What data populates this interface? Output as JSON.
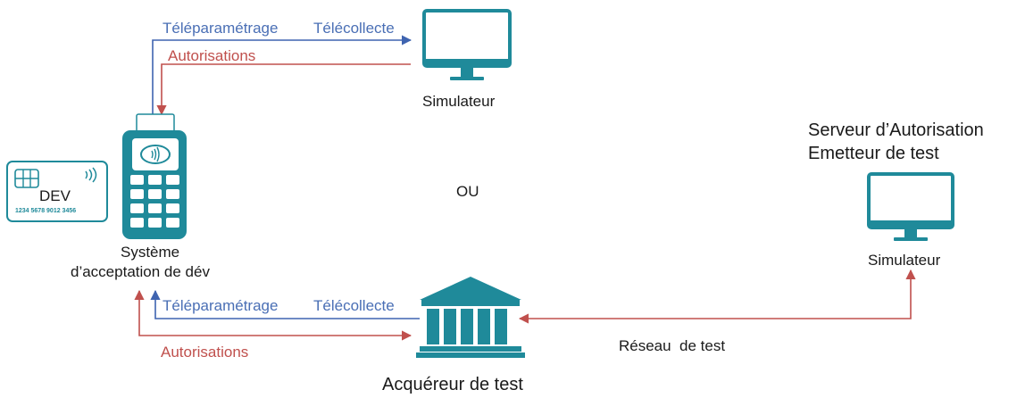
{
  "colors": {
    "blue_flow": "#3f64b0",
    "red_flow": "#c0504d",
    "device_teal": "#1f8a9a",
    "text": "#1a1a1a"
  },
  "top_flow": {
    "teleparametrage": "Téléparamétrage",
    "telecollecte": "Télécollecte",
    "autorisations": "Autorisations"
  },
  "bottom_flow": {
    "teleparametrage": "Téléparamétrage",
    "telecollecte": "Télécollecte",
    "autorisations": "Autorisations"
  },
  "top_simulator": {
    "label": "Simulateur",
    "icon": "monitor-icon"
  },
  "right_server": {
    "title_line1": "Serveur d’Autorisation",
    "title_line2": "Emetteur de test",
    "label": "Simulateur",
    "icon": "monitor-icon"
  },
  "card": {
    "brand": "DEV",
    "number": "1234 5678 9012 3456",
    "icon": "contactless-card-icon"
  },
  "terminal": {
    "label_line1": "Système",
    "label_line2": "d’acceptation de dév",
    "icon": "payment-terminal-icon"
  },
  "separator": "OU",
  "network": {
    "label": "Réseau  de test"
  },
  "acquirer": {
    "label": "Acquéreur de test",
    "icon": "bank-icon"
  }
}
